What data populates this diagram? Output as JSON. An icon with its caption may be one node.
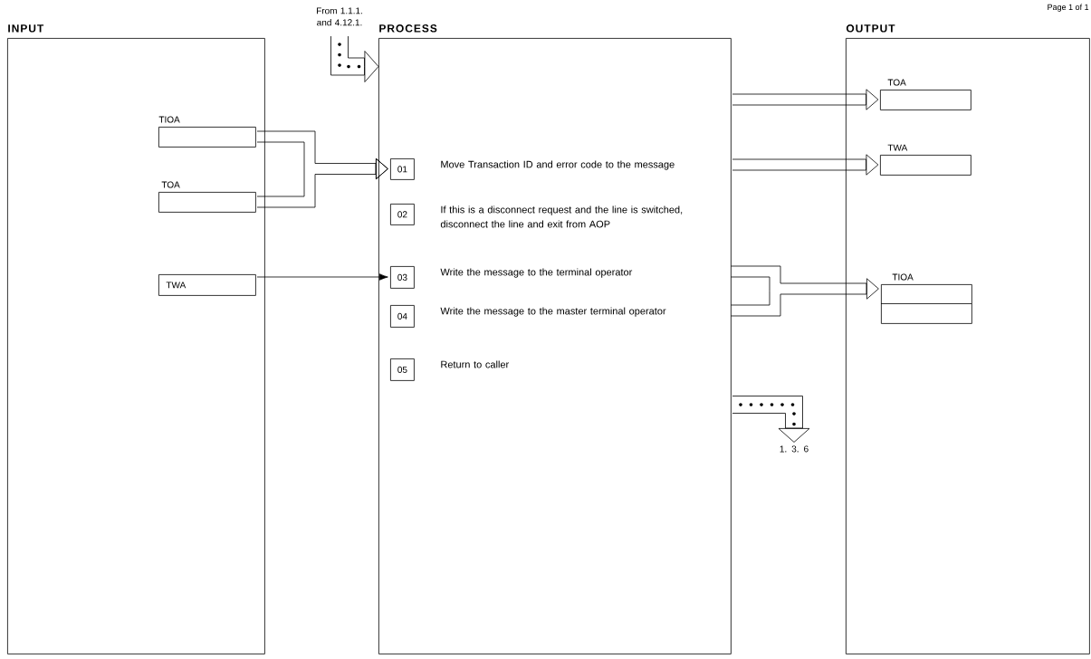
{
  "diagram": {
    "nodes": [
      {
        "text": [
          "INPUT"
        ]
      },
      {
        "text": [
          "TIOA"
        ],
        "in": 0
      },
      {
        "text": [
          "TOA"
        ],
        "in": 0
      },
      {
        "text": [
          "TWA"
        ],
        "in": 0
      },
      {
        "text": [
          "PROCESS"
        ]
      },
      {
        "text": [
          "01"
        ],
        "beside": [
          "Move Transaction ID and error code to the message"
        ],
        "in": 4
      },
      {
        "text": [
          "02"
        ],
        "beside": [
          "If this is a disconnect request and the line is switched, disconnect the line and exit from AOP"
        ],
        "in": 4
      },
      {
        "text": [
          "03"
        ],
        "beside": [
          "Write the message to the terminal operator"
        ],
        "in": 4
      },
      {
        "text": [
          "04"
        ],
        "beside": [
          "Write the message to the master terminal operator"
        ],
        "in": 4
      },
      {
        "text": [
          "05"
        ],
        "beside": [
          "Return to caller"
        ],
        "in": 4
      },
      {
        "text": [
          "OUTPUT"
        ]
      },
      {
        "text": [
          "TOA"
        ],
        "in": 10
      },
      {
        "text": [
          "TWA"
        ],
        "in": 10
      },
      {
        "text": [
          "TIOA"
        ],
        "in": 10
      },
      {
        "text": [
          "From 1.1.1. and 4.12.1."
        ]
      },
      {
        "text": [
          "1. 3. 6"
        ]
      }
    ],
    "edges": [
      {
        "from": 1,
        "to": 5,
        "arrow": "to"
      },
      {
        "from": 2,
        "to": 5,
        "arrow": "to"
      },
      {
        "from": 3,
        "to": 7,
        "arrow": "to"
      },
      {
        "from": 4,
        "to": 11,
        "arrow": "to"
      },
      {
        "from": 4,
        "to": 12,
        "arrow": "to"
      },
      {
        "from": 4,
        "to": 13,
        "arrow": "to"
      },
      {
        "from": 14,
        "to": 4,
        "arrow": "to"
      },
      {
        "from": 4,
        "to": 15,
        "arrow": "to"
      }
    ],
    "labels": [
      "Page 1 of 1"
    ]
  }
}
